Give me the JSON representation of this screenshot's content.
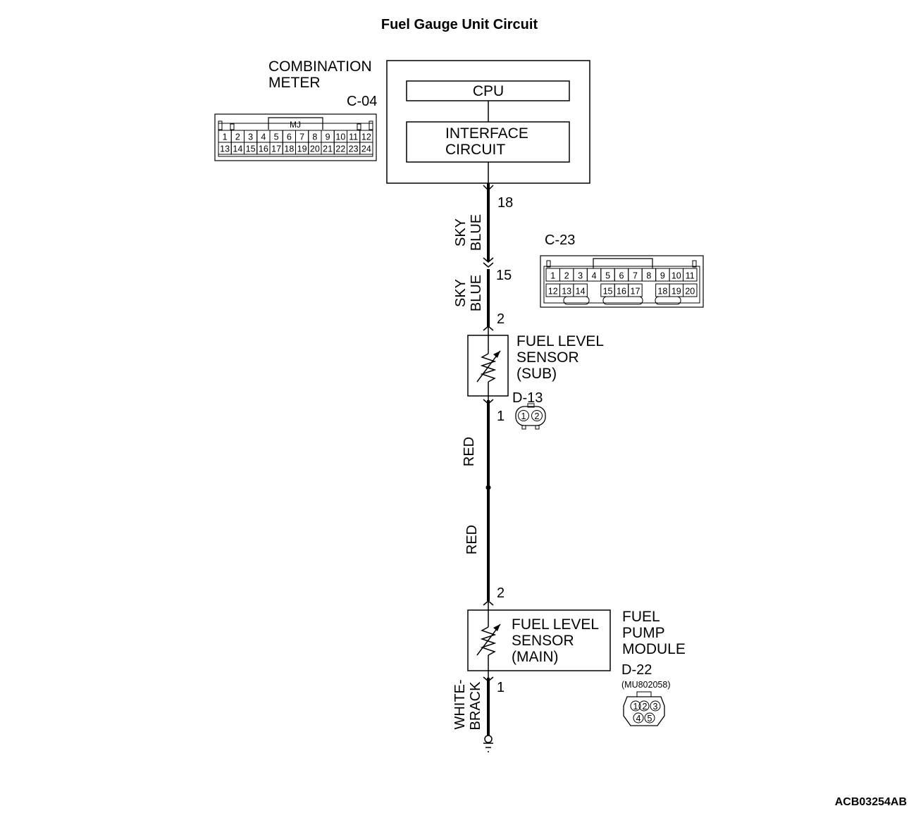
{
  "title": "Fuel Gauge Unit Circuit",
  "drawing_id": "ACB03254AB",
  "combination_meter": {
    "label_line1": "COMBINATION",
    "label_line2": "METER",
    "connector_id": "C-04",
    "cpu": "CPU",
    "interface_line1": "INTERFACE",
    "interface_line2": "CIRCUIT",
    "connector_tag": "MJ",
    "pins_row1": [
      "1",
      "2",
      "3",
      "4",
      "5",
      "6",
      "7",
      "8",
      "9",
      "10",
      "11",
      "12"
    ],
    "pins_row2": [
      "13",
      "14",
      "15",
      "16",
      "17",
      "18",
      "19",
      "20",
      "21",
      "22",
      "23",
      "24"
    ]
  },
  "c23": {
    "connector_id": "C-23",
    "pins_row1": [
      "1",
      "2",
      "3",
      "4",
      "5",
      "6",
      "7",
      "8",
      "9",
      "10",
      "11"
    ],
    "pins_row2": [
      "12",
      "13",
      "14",
      "15",
      "16",
      "17",
      "18",
      "19",
      "20"
    ]
  },
  "pins": {
    "p18": "18",
    "p15": "15",
    "sub_top": "2",
    "sub_bottom": "1",
    "main_top": "2",
    "main_bottom": "1"
  },
  "wires": {
    "sky1_a": "SKY",
    "sky1_b": "BLUE",
    "sky2_a": "SKY",
    "sky2_b": "BLUE",
    "red1": "RED",
    "red2": "RED",
    "wb_a": "WHITE-",
    "wb_b": "BRACK"
  },
  "sensor_sub": {
    "line1": "FUEL LEVEL",
    "line2": "SENSOR",
    "line3": "(SUB)",
    "connector_id": "D-13",
    "pins": [
      "1",
      "2"
    ]
  },
  "sensor_main": {
    "line1": "FUEL LEVEL",
    "line2": "SENSOR",
    "line3": "(MAIN)"
  },
  "fuel_pump_module": {
    "line1": "FUEL",
    "line2": "PUMP",
    "line3": "MODULE",
    "connector_id": "D-22",
    "part_no": "(MU802058)",
    "pins_row1": [
      "1",
      "2",
      "3"
    ],
    "pins_row2": [
      "4",
      "5"
    ]
  }
}
